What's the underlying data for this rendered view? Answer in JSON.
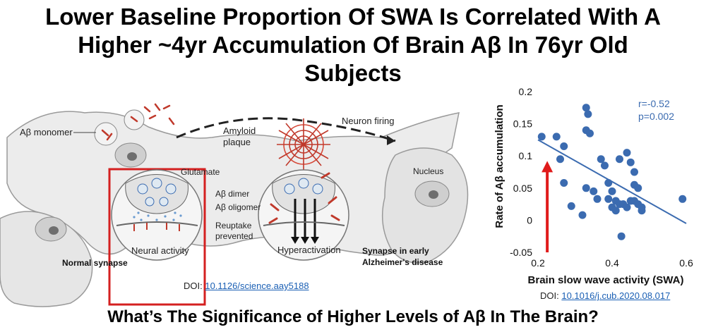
{
  "title_lines": [
    "Lower Baseline Proportion Of SWA Is Correlated With A",
    "Higher ~4yr Accumulation Of Brain Aβ In 76yr Old",
    "Subjects"
  ],
  "diagram": {
    "labels": {
      "ab_monomer": "Aβ monomer",
      "amyloid": "Amyloid",
      "plaque": "plaque",
      "neuron_firing": "Neuron firing",
      "glutamate": "Glutamate",
      "nucleus": "Nucleus",
      "ab_dimer": "Aβ dimer",
      "ab_oligomer": "Aβ oligomer",
      "reuptake": "Reuptake",
      "prevented": "prevented",
      "neural_activity": "Neural activity",
      "hyperactivation": "Hyperactivation",
      "normal_synapse": "Normal synapse",
      "early_ad_1": "Synapse in early",
      "early_ad_2": "Alzheimer's disease"
    },
    "doi_prefix": "DOI: ",
    "doi_link": "10.1126/science.aay5188"
  },
  "chart_data": {
    "type": "scatter",
    "title": "",
    "xlabel": "Brain slow wave activity (SWA)",
    "ylabel": "Rate of Aβ accumulation",
    "xlim": [
      0.2,
      0.6
    ],
    "ylim": [
      -0.05,
      0.2
    ],
    "xticks": [
      0.2,
      0.4,
      0.6
    ],
    "yticks": [
      -0.05,
      0,
      0.05,
      0.1,
      0.15,
      0.2
    ],
    "x_tick_labels": [
      "0.2",
      "0.4",
      "0.6"
    ],
    "y_tick_labels": [
      "-0.05",
      "0",
      "0.05",
      "0.1",
      "0.15",
      "0.2"
    ],
    "annotation_r": "r=-0.52",
    "annotation_p": "p=0.002",
    "points": [
      [
        0.21,
        0.13
      ],
      [
        0.25,
        0.13
      ],
      [
        0.27,
        0.115
      ],
      [
        0.26,
        0.095
      ],
      [
        0.27,
        0.058
      ],
      [
        0.29,
        0.022
      ],
      [
        0.32,
        0.008
      ],
      [
        0.33,
        0.175
      ],
      [
        0.335,
        0.165
      ],
      [
        0.33,
        0.14
      ],
      [
        0.34,
        0.135
      ],
      [
        0.33,
        0.05
      ],
      [
        0.35,
        0.045
      ],
      [
        0.36,
        0.033
      ],
      [
        0.37,
        0.095
      ],
      [
        0.38,
        0.085
      ],
      [
        0.39,
        0.033
      ],
      [
        0.39,
        0.058
      ],
      [
        0.4,
        0.045
      ],
      [
        0.4,
        0.02
      ],
      [
        0.41,
        0.03
      ],
      [
        0.41,
        0.015
      ],
      [
        0.42,
        0.095
      ],
      [
        0.42,
        0.025
      ],
      [
        0.425,
        -0.025
      ],
      [
        0.43,
        0.025
      ],
      [
        0.44,
        0.105
      ],
      [
        0.44,
        0.02
      ],
      [
        0.45,
        0.03
      ],
      [
        0.45,
        0.09
      ],
      [
        0.46,
        0.075
      ],
      [
        0.46,
        0.055
      ],
      [
        0.46,
        0.03
      ],
      [
        0.47,
        0.05
      ],
      [
        0.47,
        0.025
      ],
      [
        0.48,
        0.02
      ],
      [
        0.48,
        0.015
      ],
      [
        0.59,
        0.033
      ]
    ],
    "trend": [
      [
        0.2,
        0.125
      ],
      [
        0.6,
        -0.005
      ]
    ],
    "arrow_x": 0.225,
    "point_color": "#3b6bb0",
    "line_color": "#3b6bb0",
    "arrow_color": "#e01b1b",
    "doi_prefix": "DOI: ",
    "doi_link": "10.1016/j.cub.2020.08.017"
  },
  "bottom_question": "What’s The Significance of Higher Levels of Aβ In The Brain?"
}
